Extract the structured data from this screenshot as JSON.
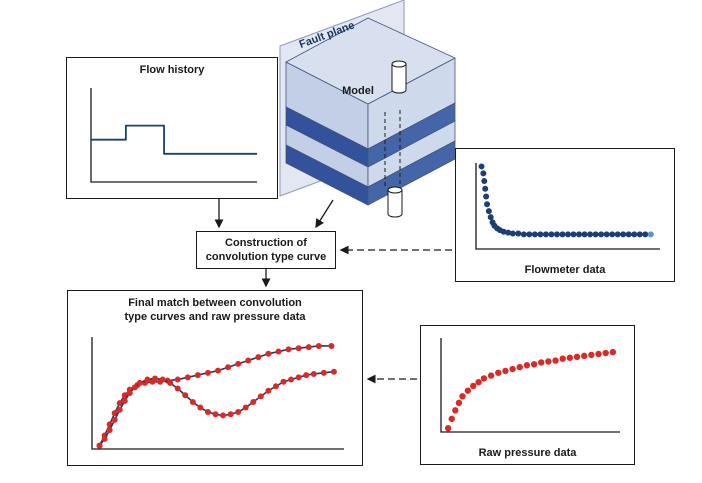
{
  "labels": {
    "flow_history": "Flow history",
    "fault_plane": "Fault plane",
    "model": "Model",
    "construction_line1": "Construction of",
    "construction_line2": "convolution type curve",
    "flowmeter": "Flowmeter data",
    "final_match_line1": "Final match between convolution",
    "final_match_line2": "type curves and raw pressure data",
    "raw_pressure": "Raw pressure data"
  },
  "colors": {
    "ink": "#1a1a1a",
    "box_border": "#1a1a1a",
    "flow_line_navy": "#17426f",
    "curve_navy": "#26365f",
    "dot_blue": "#1d3e74",
    "dot_blue_light": "#5b8fd0",
    "dot_red": "#da2a27",
    "slab_top": "#d8e0ef",
    "slab_light_left": "#c2cfe6",
    "slab_light_right": "#cfd9ec",
    "slab_dark_left": "#32529b",
    "slab_dark_right": "#4466a8",
    "slab_edge": "#44537d",
    "fault_fill": "#e2e7f2",
    "fault_edge": "#8c9ac0",
    "fault_text": "#17365d",
    "cylinder_fill": "#ffffff"
  },
  "chart_data": [
    {
      "id": "flow_history",
      "type": "line",
      "title": "Flow history",
      "axes": "left-bottom unlabeled",
      "x_range": [
        0,
        100
      ],
      "y_range": [
        0,
        100
      ],
      "series": [
        {
          "name": "flow-rate step history",
          "color": "#17426f",
          "width": 1.8,
          "line": [
            [
              0,
              45
            ],
            [
              21,
              45
            ],
            [
              21,
              60
            ],
            [
              44,
              60
            ],
            [
              44,
              30
            ],
            [
              100,
              30
            ]
          ]
        }
      ]
    },
    {
      "id": "flowmeter",
      "type": "scatter",
      "title": "Flowmeter data",
      "axes": "left-bottom unlabeled",
      "x_range": [
        0,
        100
      ],
      "y_range": [
        0,
        100
      ],
      "series": [
        {
          "name": "flowmeter measurements (steep decline then flat)",
          "dot_color": "#1d3e74",
          "last_dot_color": "#5b8fd0",
          "r": 3,
          "dots": [
            [
              3,
              96
            ],
            [
              4,
              88
            ],
            [
              4.5,
              79
            ],
            [
              5,
              70
            ],
            [
              5.5,
              61
            ],
            [
              6,
              52
            ],
            [
              7,
              44
            ],
            [
              8,
              37
            ],
            [
              9,
              31
            ],
            [
              10,
              27
            ],
            [
              11.5,
              24
            ],
            [
              13,
              22
            ],
            [
              15,
              20
            ],
            [
              17.5,
              19
            ],
            [
              20,
              18
            ],
            [
              23,
              18
            ],
            [
              26,
              17
            ],
            [
              29,
              17
            ],
            [
              32,
              17
            ],
            [
              35,
              17
            ],
            [
              38,
              17
            ],
            [
              41,
              17
            ],
            [
              44,
              17
            ],
            [
              47,
              17
            ],
            [
              50,
              17
            ],
            [
              53,
              17
            ],
            [
              56,
              17
            ],
            [
              59,
              17
            ],
            [
              62,
              17
            ],
            [
              65,
              17
            ],
            [
              68,
              17
            ],
            [
              71,
              17
            ],
            [
              74,
              17
            ],
            [
              77,
              17
            ],
            [
              80,
              17
            ],
            [
              83,
              17
            ],
            [
              86,
              17
            ],
            [
              89,
              17
            ],
            [
              92,
              17
            ],
            [
              95,
              17
            ]
          ]
        }
      ]
    },
    {
      "id": "final_match",
      "type": "line+scatter",
      "title": "Final match between convolution type curves and raw pressure data",
      "axes": "left-bottom unlabeled",
      "x_range": [
        0,
        100
      ],
      "y_range": [
        0,
        100
      ],
      "series": [
        {
          "name": "convolution type curve A (line) matched with pressure data (dots) - rising to plateau",
          "color": "#26365f",
          "width": 1.6,
          "dot_color": "#da2a27",
          "r": 3,
          "dots": "line",
          "line": [
            [
              3,
              3
            ],
            [
              5,
              12
            ],
            [
              7,
              22
            ],
            [
              9,
              32
            ],
            [
              11,
              41
            ],
            [
              13,
              48
            ],
            [
              15,
              53
            ],
            [
              18,
              57
            ],
            [
              21,
              59
            ],
            [
              24,
              60
            ],
            [
              27,
              60
            ],
            [
              30,
              61
            ],
            [
              34,
              62
            ],
            [
              38,
              64
            ],
            [
              42,
              66
            ],
            [
              46,
              68
            ],
            [
              50,
              70
            ],
            [
              54,
              73
            ],
            [
              58,
              76
            ],
            [
              62,
              79
            ],
            [
              66,
              82
            ],
            [
              70,
              85
            ],
            [
              74,
              87
            ],
            [
              78,
              89
            ],
            [
              82,
              90
            ],
            [
              86,
              91
            ],
            [
              90,
              92
            ],
            [
              95,
              92
            ]
          ]
        },
        {
          "name": "convolution type curve B (line) matched with pressure data (dots) - hump, valley, rise",
          "color": "#26365f",
          "width": 1.6,
          "dot_color": "#da2a27",
          "r": 3,
          "dots": "line",
          "line": [
            [
              3,
              3
            ],
            [
              5,
              9
            ],
            [
              7,
              17
            ],
            [
              9,
              26
            ],
            [
              11,
              35
            ],
            [
              13,
              43
            ],
            [
              15,
              50
            ],
            [
              17,
              55
            ],
            [
              19,
              59
            ],
            [
              22,
              62
            ],
            [
              25,
              63
            ],
            [
              28,
              62
            ],
            [
              31,
              59
            ],
            [
              34,
              54
            ],
            [
              37,
              48
            ],
            [
              40,
              42
            ],
            [
              43,
              37
            ],
            [
              46,
              33
            ],
            [
              49,
              31
            ],
            [
              52,
              30
            ],
            [
              55,
              31
            ],
            [
              58,
              33
            ],
            [
              61,
              37
            ],
            [
              64,
              42
            ],
            [
              67,
              47
            ],
            [
              70,
              52
            ],
            [
              73,
              56
            ],
            [
              76,
              60
            ],
            [
              79,
              62
            ],
            [
              82,
              64
            ],
            [
              85,
              66
            ],
            [
              88,
              67
            ],
            [
              92,
              68
            ],
            [
              96,
              69
            ]
          ]
        }
      ]
    },
    {
      "id": "raw_pressure",
      "type": "scatter",
      "title": "Raw pressure data",
      "axes": "left-bottom unlabeled",
      "x_range": [
        0,
        100
      ],
      "y_range": [
        0,
        100
      ],
      "series": [
        {
          "name": "raw pressure build-up measurements",
          "dot_color": "#da2a27",
          "r": 3.2,
          "dots": [
            [
              4,
              4
            ],
            [
              6,
              14
            ],
            [
              8,
              23
            ],
            [
              10,
              31
            ],
            [
              12,
              38
            ],
            [
              15,
              44
            ],
            [
              18,
              49
            ],
            [
              21,
              53
            ],
            [
              24,
              57
            ],
            [
              28,
              60
            ],
            [
              32,
              63
            ],
            [
              36,
              65
            ],
            [
              40,
              67
            ],
            [
              44,
              69
            ],
            [
              48,
              71
            ],
            [
              52,
              72
            ],
            [
              56,
              74
            ],
            [
              60,
              75
            ],
            [
              64,
              76
            ],
            [
              68,
              78
            ],
            [
              72,
              79
            ],
            [
              76,
              80
            ],
            [
              80,
              81
            ],
            [
              84,
              82
            ],
            [
              88,
              83
            ],
            [
              92,
              84
            ],
            [
              96,
              85
            ]
          ]
        }
      ]
    }
  ]
}
